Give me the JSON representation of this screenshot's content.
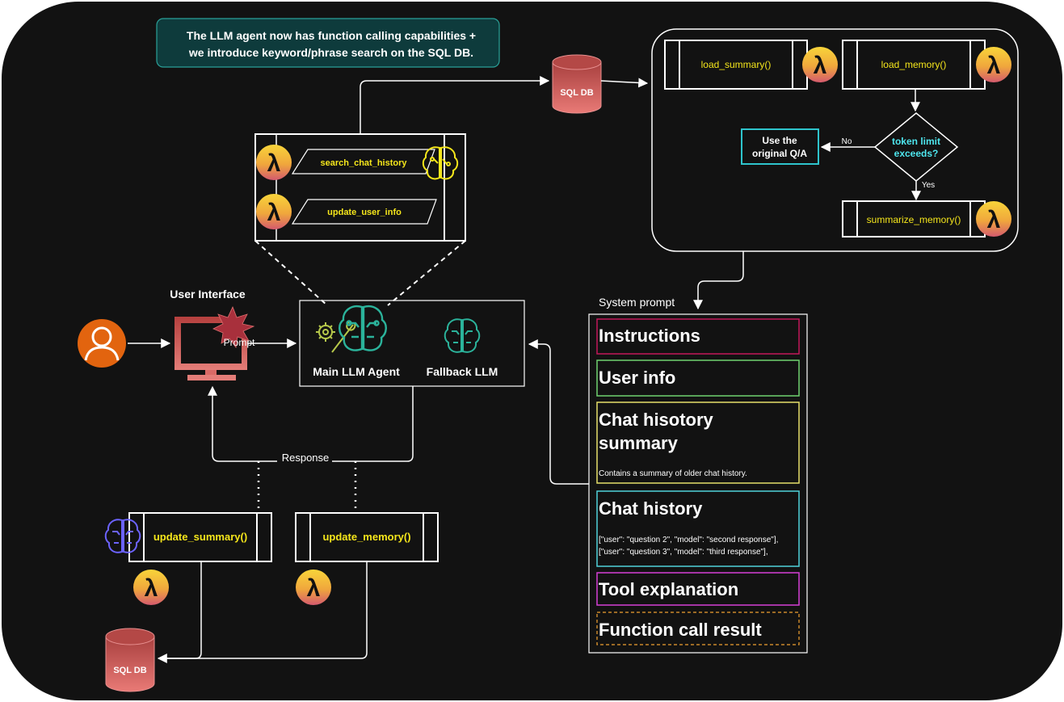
{
  "banner": "The LLM agent now has function calling capabilities +\nwe introduce keyword/phrase search on the SQL DB.",
  "sql_db_label": "SQL DB",
  "tools": {
    "search_chat_history": "search_chat_history",
    "update_user_info": "update_user_info"
  },
  "memory_panel": {
    "load_summary": "load_summary()",
    "load_memory": "load_memory()",
    "decision": "token limit\nexceeds?",
    "no_label": "No",
    "yes_label": "Yes",
    "use_original": "Use the\noriginal Q/A",
    "summarize": "summarize_memory()"
  },
  "user_interface": {
    "title": "User Interface",
    "prompt_label": "Prompt",
    "response_label": "Response"
  },
  "agents": {
    "main": "Main LLM Agent",
    "fallback": "Fallback LLM"
  },
  "bottom": {
    "update_summary": "update_summary()",
    "update_memory": "update_memory()",
    "sql_db_label": "SQL DB"
  },
  "system_prompt": {
    "title": "System prompt",
    "sections": {
      "instructions": "Instructions",
      "user_info": "User info",
      "chat_summary": "Chat hisotory\nsummary",
      "chat_summary_note": "Contains a summary of older chat history.",
      "chat_history": "Chat history",
      "chat_history_lines": [
        "[\"user\": \"question 2\", \"model\": \"second response\"],",
        "[\"user\": \"question 3\", \"model\": \"third response\"],"
      ],
      "tool_explanation": "Tool explanation",
      "function_call_result": "Function call result"
    }
  },
  "lambda_symbol": "λ",
  "colors": {
    "background": "#121212",
    "banner_fill": "#0e3b3c",
    "banner_border": "#2aa198",
    "accent_yellow": "#f5e61b",
    "db_fill": "#c4504e",
    "teal": "#2bb39b",
    "orange": "#e2640f",
    "instructions_border": "#c2185b",
    "user_info_border": "#6fd26f",
    "summary_border": "#e6e06a",
    "history_border": "#4fd1d9",
    "tool_border": "#d63fd6",
    "result_border": "#f0a030"
  }
}
